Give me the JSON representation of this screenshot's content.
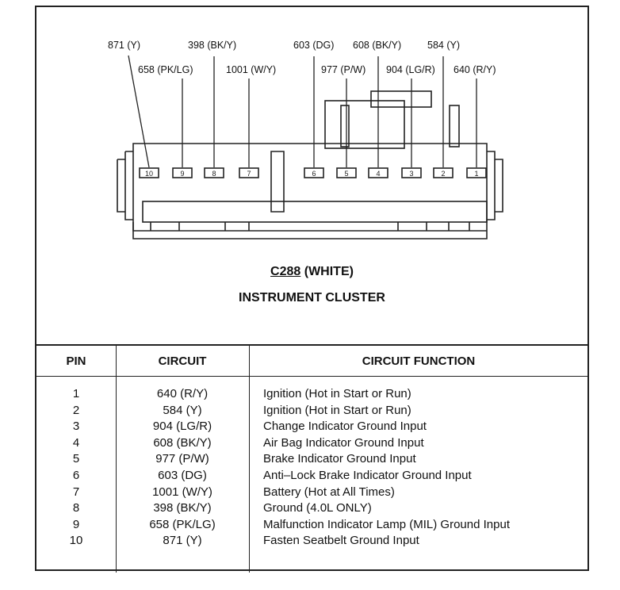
{
  "connector": {
    "id": "C288",
    "color_label": "(WHITE)",
    "location": "INSTRUMENT CLUSTER"
  },
  "callouts": [
    {
      "pin": "10",
      "label": "871 (Y)"
    },
    {
      "pin": "9",
      "label": "658 (PK/LG)"
    },
    {
      "pin": "8",
      "label": "398 (BK/Y)"
    },
    {
      "pin": "7",
      "label": "1001 (W/Y)"
    },
    {
      "pin": "6",
      "label": "603 (DG)"
    },
    {
      "pin": "5",
      "label": "977 (P/W)"
    },
    {
      "pin": "4",
      "label": "608 (BK/Y)"
    },
    {
      "pin": "3",
      "label": "904 (LG/R)"
    },
    {
      "pin": "2",
      "label": "584 (Y)"
    },
    {
      "pin": "1",
      "label": "640 (R/Y)"
    }
  ],
  "pin_numbers": [
    "10",
    "9",
    "8",
    "7",
    "6",
    "5",
    "4",
    "3",
    "2",
    "1"
  ],
  "table": {
    "headers": {
      "pin": "PIN",
      "circuit": "CIRCUIT",
      "function": "CIRCUIT FUNCTION"
    },
    "rows": [
      {
        "pin": "1",
        "circuit": "640 (R/Y)",
        "function": "Ignition (Hot in Start or Run)"
      },
      {
        "pin": "2",
        "circuit": "584 (Y)",
        "function": "Ignition (Hot in Start or Run)"
      },
      {
        "pin": "3",
        "circuit": "904 (LG/R)",
        "function": "Change Indicator Ground Input"
      },
      {
        "pin": "4",
        "circuit": "608 (BK/Y)",
        "function": "Air Bag Indicator Ground Input"
      },
      {
        "pin": "5",
        "circuit": "977 (P/W)",
        "function": "Brake Indicator Ground Input"
      },
      {
        "pin": "6",
        "circuit": "603 (DG)",
        "function": "Anti–Lock Brake Indicator Ground Input"
      },
      {
        "pin": "7",
        "circuit": "1001 (W/Y)",
        "function": "Battery (Hot at All Times)"
      },
      {
        "pin": "8",
        "circuit": "398 (BK/Y)",
        "function": "Ground (4.0L ONLY)"
      },
      {
        "pin": "9",
        "circuit": "658 (PK/LG)",
        "function": "Malfunction Indicator Lamp (MIL) Ground Input"
      },
      {
        "pin": "10",
        "circuit": "871 (Y)",
        "function": "Fasten Seatbelt Ground Input"
      }
    ]
  }
}
